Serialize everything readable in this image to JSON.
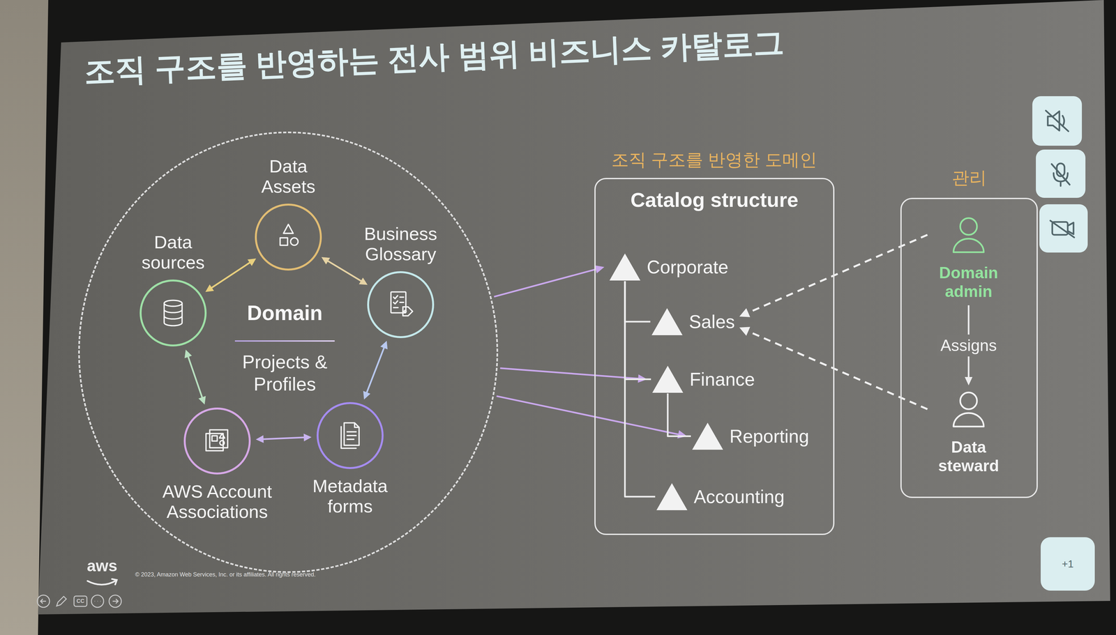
{
  "diagram": {
    "title": "조직 구조를 반영하는 전사 범위 비즈니스 카탈로그",
    "nodes": [
      {
        "text": [
          "Domain",
          "Projects & Profiles"
        ]
      },
      {
        "text": [
          "Data Assets"
        ],
        "in": 0
      },
      {
        "text": [
          "Business Glossary"
        ],
        "in": 0
      },
      {
        "text": [
          "Metadata forms"
        ],
        "in": 0
      },
      {
        "text": [
          "AWS Account Associations"
        ],
        "in": 0
      },
      {
        "text": [
          "Data sources"
        ],
        "in": 0
      },
      {
        "text": [
          "조직 구조를 반영한 도메인",
          "Catalog structure"
        ]
      },
      {
        "text": [
          "Corporate"
        ],
        "in": 6
      },
      {
        "text": [
          "Sales"
        ],
        "in": 6
      },
      {
        "text": [
          "Finance"
        ],
        "in": 6
      },
      {
        "text": [
          "Reporting"
        ],
        "in": 6
      },
      {
        "text": [
          "Accounting"
        ],
        "in": 6
      },
      {
        "text": [
          "관리"
        ]
      },
      {
        "text": [
          "Domain admin"
        ],
        "in": 12
      },
      {
        "text": [
          "Data steward"
        ],
        "in": 12
      }
    ],
    "edges": [
      {
        "from": 5,
        "to": 1,
        "arrow": "both"
      },
      {
        "from": 1,
        "to": 2,
        "arrow": "both"
      },
      {
        "from": 2,
        "to": 3,
        "arrow": "both"
      },
      {
        "from": 3,
        "to": 4,
        "arrow": "both"
      },
      {
        "from": 4,
        "to": 5,
        "arrow": "both"
      },
      {
        "from": 0,
        "to": 7,
        "arrow": "to"
      },
      {
        "from": 0,
        "to": 9,
        "arrow": "to"
      },
      {
        "from": 0,
        "to": 10,
        "arrow": "to"
      },
      {
        "from": 7,
        "to": 8,
        "arrow": "none"
      },
      {
        "from": 7,
        "to": 9,
        "arrow": "none"
      },
      {
        "from": 7,
        "to": 11,
        "arrow": "none"
      },
      {
        "from": 9,
        "to": 10,
        "arrow": "none"
      },
      {
        "from": 13,
        "to": 14,
        "label": "Assigns",
        "arrow": "to"
      },
      {
        "from": 13,
        "to": 8,
        "arrow": "to"
      },
      {
        "from": 14,
        "to": 8,
        "arrow": "to"
      }
    ],
    "labels": [
      "aws",
      "© 2023, Amazon Web Services, Inc. or its affiliates. All rights reserved.",
      "+1",
      "CC"
    ]
  }
}
